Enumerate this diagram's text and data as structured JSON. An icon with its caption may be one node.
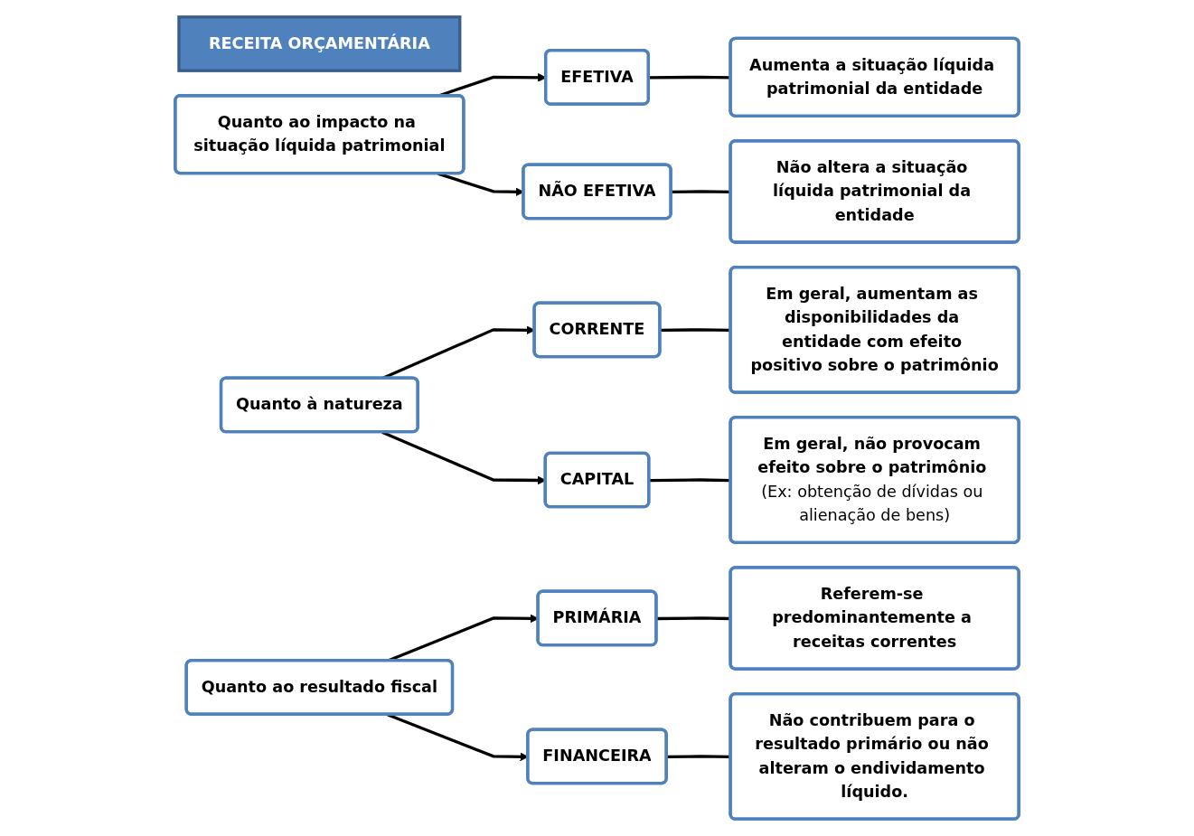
{
  "diagram": {
    "nodes": [
      {
        "text": [
          "RECEITA ORÇAMENTÁRIA"
        ]
      },
      {
        "text": [
          "Quanto ao impacto na situação líquida patrimonial"
        ]
      },
      {
        "text": [
          "EFETIVA"
        ]
      },
      {
        "text": [
          "Aumenta a situação líquida patrimonial da entidade"
        ]
      },
      {
        "text": [
          "NÃO EFETIVA"
        ]
      },
      {
        "text": [
          "Não altera a situação líquida patrimonial da entidade"
        ]
      },
      {
        "text": [
          "Quanto à natureza"
        ]
      },
      {
        "text": [
          "CORRENTE"
        ]
      },
      {
        "text": [
          "Em geral, aumentam as disponibilidades da entidade com efeito positivo sobre o patrimônio"
        ]
      },
      {
        "text": [
          "CAPITAL"
        ]
      },
      {
        "text": [
          "**Em geral, não provocam efeito sobre o patrimônio** (Ex: obtenção de dívidas ou alienação de bens)"
        ]
      },
      {
        "text": [
          "Quanto ao resultado fiscal"
        ]
      },
      {
        "text": [
          "PRIMÁRIA"
        ]
      },
      {
        "text": [
          "Referem-se predominantemente a receitas correntes"
        ]
      },
      {
        "text": [
          "FINANCEIRA"
        ]
      },
      {
        "text": [
          "Não contribuem para o resultado primário ou não alteram o endividamento líquido."
        ]
      }
    ],
    "edges": [
      {
        "from": 1,
        "to": 2,
        "arrow": "to"
      },
      {
        "from": 1,
        "to": 4,
        "arrow": "to"
      },
      {
        "from": 2,
        "to": 3,
        "arrow": "none"
      },
      {
        "from": 4,
        "to": 5,
        "arrow": "none"
      },
      {
        "from": 6,
        "to": 7,
        "arrow": "to"
      },
      {
        "from": 6,
        "to": 9,
        "arrow": "to"
      },
      {
        "from": 7,
        "to": 8,
        "arrow": "none"
      },
      {
        "from": 9,
        "to": 10,
        "arrow": "none"
      },
      {
        "from": 11,
        "to": 12,
        "arrow": "to"
      },
      {
        "from": 11,
        "to": 14,
        "arrow": "to"
      },
      {
        "from": 12,
        "to": 13,
        "arrow": "none"
      },
      {
        "from": 14,
        "to": 15,
        "arrow": "none"
      }
    ]
  }
}
